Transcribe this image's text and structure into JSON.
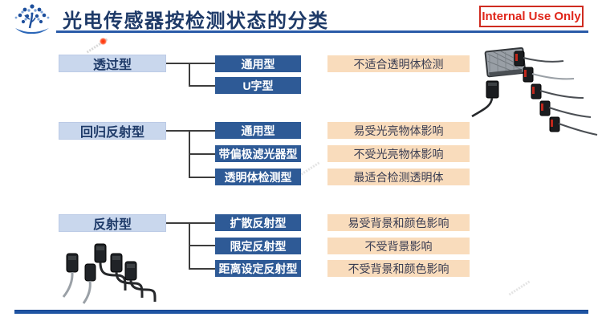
{
  "header": {
    "title": "光电传感器按检测状态的分类",
    "badge": "Internal Use Only"
  },
  "tree": {
    "groups": [
      {
        "parent": "透过型",
        "children": [
          {
            "label": "通用型",
            "note": "不适合透明体检测"
          },
          {
            "label": "U字型"
          }
        ]
      },
      {
        "parent": "回归反射型",
        "children": [
          {
            "label": "通用型",
            "note": "易受光亮物体影响"
          },
          {
            "label": "带偏极滤光器型",
            "note": "不受光亮物体影响"
          },
          {
            "label": "透明体检测型",
            "note": "最适合检测透明体"
          }
        ]
      },
      {
        "parent": "反射型",
        "children": [
          {
            "label": "扩散反射型",
            "note": "易受背景和颜色影响"
          },
          {
            "label": "限定反射型",
            "note": "不受背景影响"
          },
          {
            "label": "距离设定反射型",
            "note": "不受背景和颜色影响"
          }
        ]
      }
    ]
  },
  "icons": {
    "logo": "tree-book-logo-icon",
    "top_right": "sensor-array-with-reflector-image",
    "bottom_left": "sensor-cluster-image"
  },
  "colors": {
    "title_text": "#1e3a68",
    "underline_blue": "#2a5ba8",
    "parent_box_bg": "#c9d7ed",
    "child_box_bg": "#2e5a96",
    "note_box_bg": "#f9dcbc",
    "badge_red": "#e0261a",
    "footer_bar_blue": "#1f54a3",
    "connector_gray": "#3d3d3d"
  }
}
